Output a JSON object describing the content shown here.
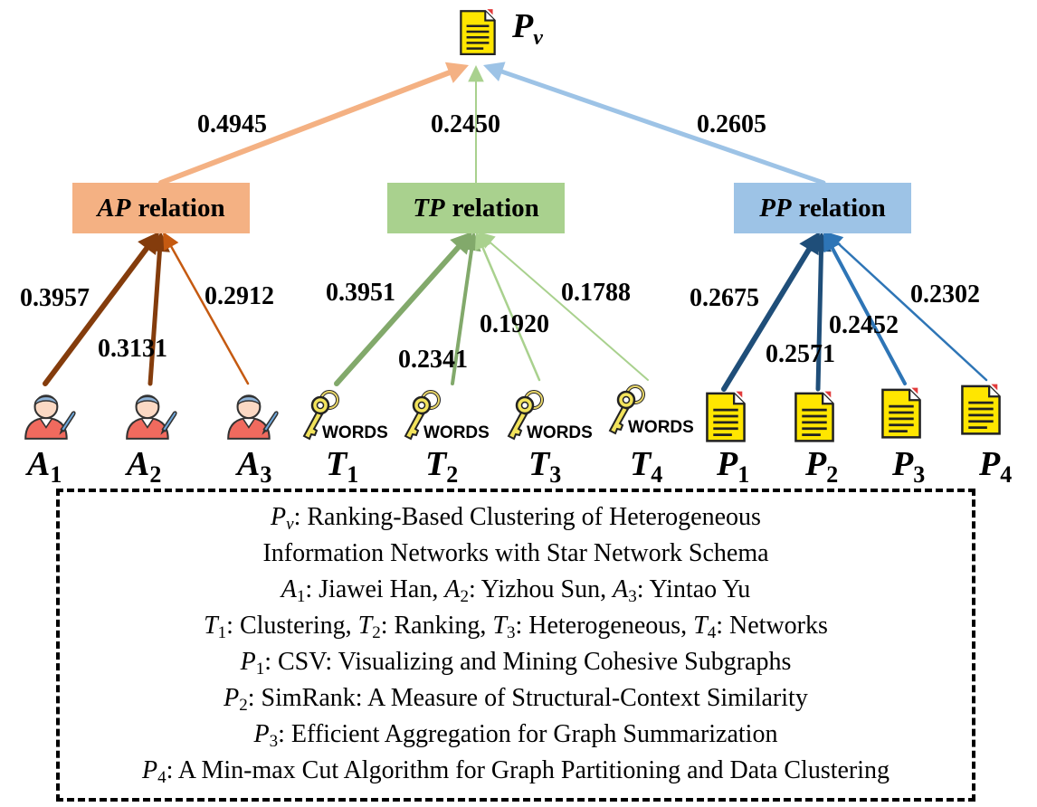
{
  "root": {
    "symbol": "P",
    "sub": "v"
  },
  "relations": [
    {
      "id": "ap",
      "italic": "AP",
      "text": "relation",
      "color": "#F4B183",
      "edge_color": "#F4B183",
      "weight": "0.4945"
    },
    {
      "id": "tp",
      "italic": "TP",
      "text": "relation",
      "color": "#A9D18E",
      "edge_color": "#A9D18E",
      "weight": "0.2450"
    },
    {
      "id": "pp",
      "italic": "PP",
      "text": "relation",
      "color": "#9DC3E6",
      "edge_color": "#9DC3E6",
      "weight": "0.2605"
    }
  ],
  "nodes": {
    "authors": [
      {
        "symbol": "A",
        "sub": "1",
        "weight": "0.3957",
        "icon": "author-icon"
      },
      {
        "symbol": "A",
        "sub": "2",
        "weight": "0.3131",
        "icon": "author-icon"
      },
      {
        "symbol": "A",
        "sub": "3",
        "weight": "0.2912",
        "icon": "author-icon"
      }
    ],
    "terms": [
      {
        "symbol": "T",
        "sub": "1",
        "weight": "0.3951",
        "icon": "keyword-icon",
        "icon_text": "WORDS"
      },
      {
        "symbol": "T",
        "sub": "2",
        "weight": "0.2341",
        "icon": "keyword-icon",
        "icon_text": "WORDS"
      },
      {
        "symbol": "T",
        "sub": "3",
        "weight": "0.1920",
        "icon": "keyword-icon",
        "icon_text": "WORDS"
      },
      {
        "symbol": "T",
        "sub": "4",
        "weight": "0.1788",
        "icon": "keyword-icon",
        "icon_text": "WORDS"
      }
    ],
    "papers": [
      {
        "symbol": "P",
        "sub": "1",
        "weight": "0.2675",
        "icon": "document-icon"
      },
      {
        "symbol": "P",
        "sub": "2",
        "weight": "0.2571",
        "icon": "document-icon"
      },
      {
        "symbol": "P",
        "sub": "3",
        "weight": "0.2452",
        "icon": "document-icon"
      },
      {
        "symbol": "P",
        "sub": "4",
        "weight": "0.2302",
        "icon": "document-icon"
      }
    ]
  },
  "edge_colors": {
    "authors": [
      "#843C0C",
      "#843C0C",
      "#C55A11"
    ],
    "terms": [
      "#82A96B",
      "#82A96B",
      "#A9D18E",
      "#A9D18E"
    ],
    "papers": [
      "#1F4E79",
      "#1F4E79",
      "#2E75B6",
      "#2E75B6"
    ]
  },
  "legend": [
    {
      "sym": "P",
      "sub": "v",
      "text": ": Ranking-Based Clustering of Heterogeneous"
    },
    {
      "text": "Information Networks with Star Network Schema"
    },
    {
      "parts": [
        {
          "sym": "A",
          "sub": "1",
          "text": ": Jiawei Han, "
        },
        {
          "sym": "A",
          "sub": "2",
          "text": ": Yizhou Sun, "
        },
        {
          "sym": "A",
          "sub": "3",
          "text": ": Yintao Yu"
        }
      ]
    },
    {
      "parts": [
        {
          "sym": "T",
          "sub": "1",
          "text": ": Clustering, "
        },
        {
          "sym": "T",
          "sub": "2",
          "text": ": Ranking, "
        },
        {
          "sym": "T",
          "sub": "3",
          "text": ": Heterogeneous, "
        },
        {
          "sym": "T",
          "sub": "4",
          "text": ": Networks"
        }
      ]
    },
    {
      "sym": "P",
      "sub": "1",
      "text": ": CSV: Visualizing and Mining Cohesive Subgraphs"
    },
    {
      "sym": "P",
      "sub": "2",
      "text": ": SimRank: A Measure of Structural-Context Similarity"
    },
    {
      "sym": "P",
      "sub": "3",
      "text": ": Efficient Aggregation for Graph Summarization"
    },
    {
      "sym": "P",
      "sub": "4",
      "text": ": A Min-max Cut Algorithm for Graph Partitioning and Data Clustering"
    }
  ]
}
